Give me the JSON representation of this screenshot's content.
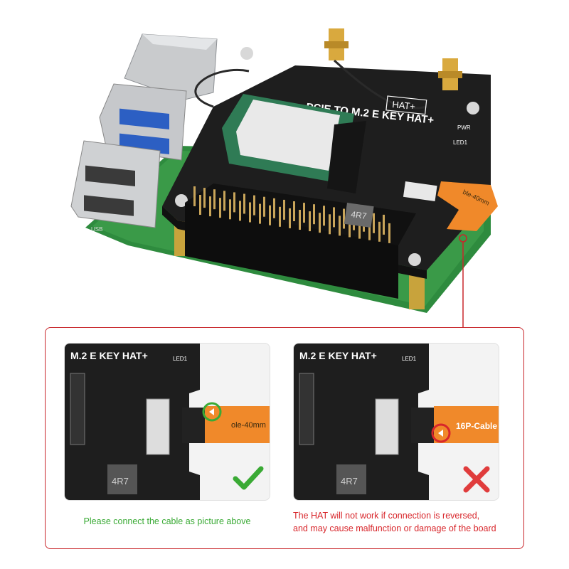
{
  "board": {
    "title": "PCIE TO M.2 E KEY HAT+",
    "badge": "HAT+",
    "pwr_label": "PWR",
    "led_label": "LED1",
    "inductor_label": "4R7",
    "usb_label": "USB",
    "cable_label": "ble-40mm"
  },
  "panels": {
    "left": {
      "title": "M.2 E KEY HAT+",
      "led_label": "LED1",
      "inductor_label": "4R7",
      "cable_text": "ole-40mm",
      "status_icon": "check-icon",
      "status_color": "#3aaa35"
    },
    "right": {
      "title": "M.2 E KEY HAT+",
      "led_label": "LED1",
      "inductor_label": "4R7",
      "cable_text": "16P-Cable",
      "status_icon": "cross-icon",
      "status_color": "#e03c3c"
    }
  },
  "captions": {
    "correct": "Please connect the cable as picture above",
    "warning_line1": "The HAT will not work if connection is reversed,",
    "warning_line2": "and may cause malfunction or damage of the board"
  },
  "colors": {
    "accent_red": "#c8262b",
    "ok_green": "#3aaa35",
    "pcb_black": "#1e1e1e",
    "cable_orange": "#f0892a"
  }
}
